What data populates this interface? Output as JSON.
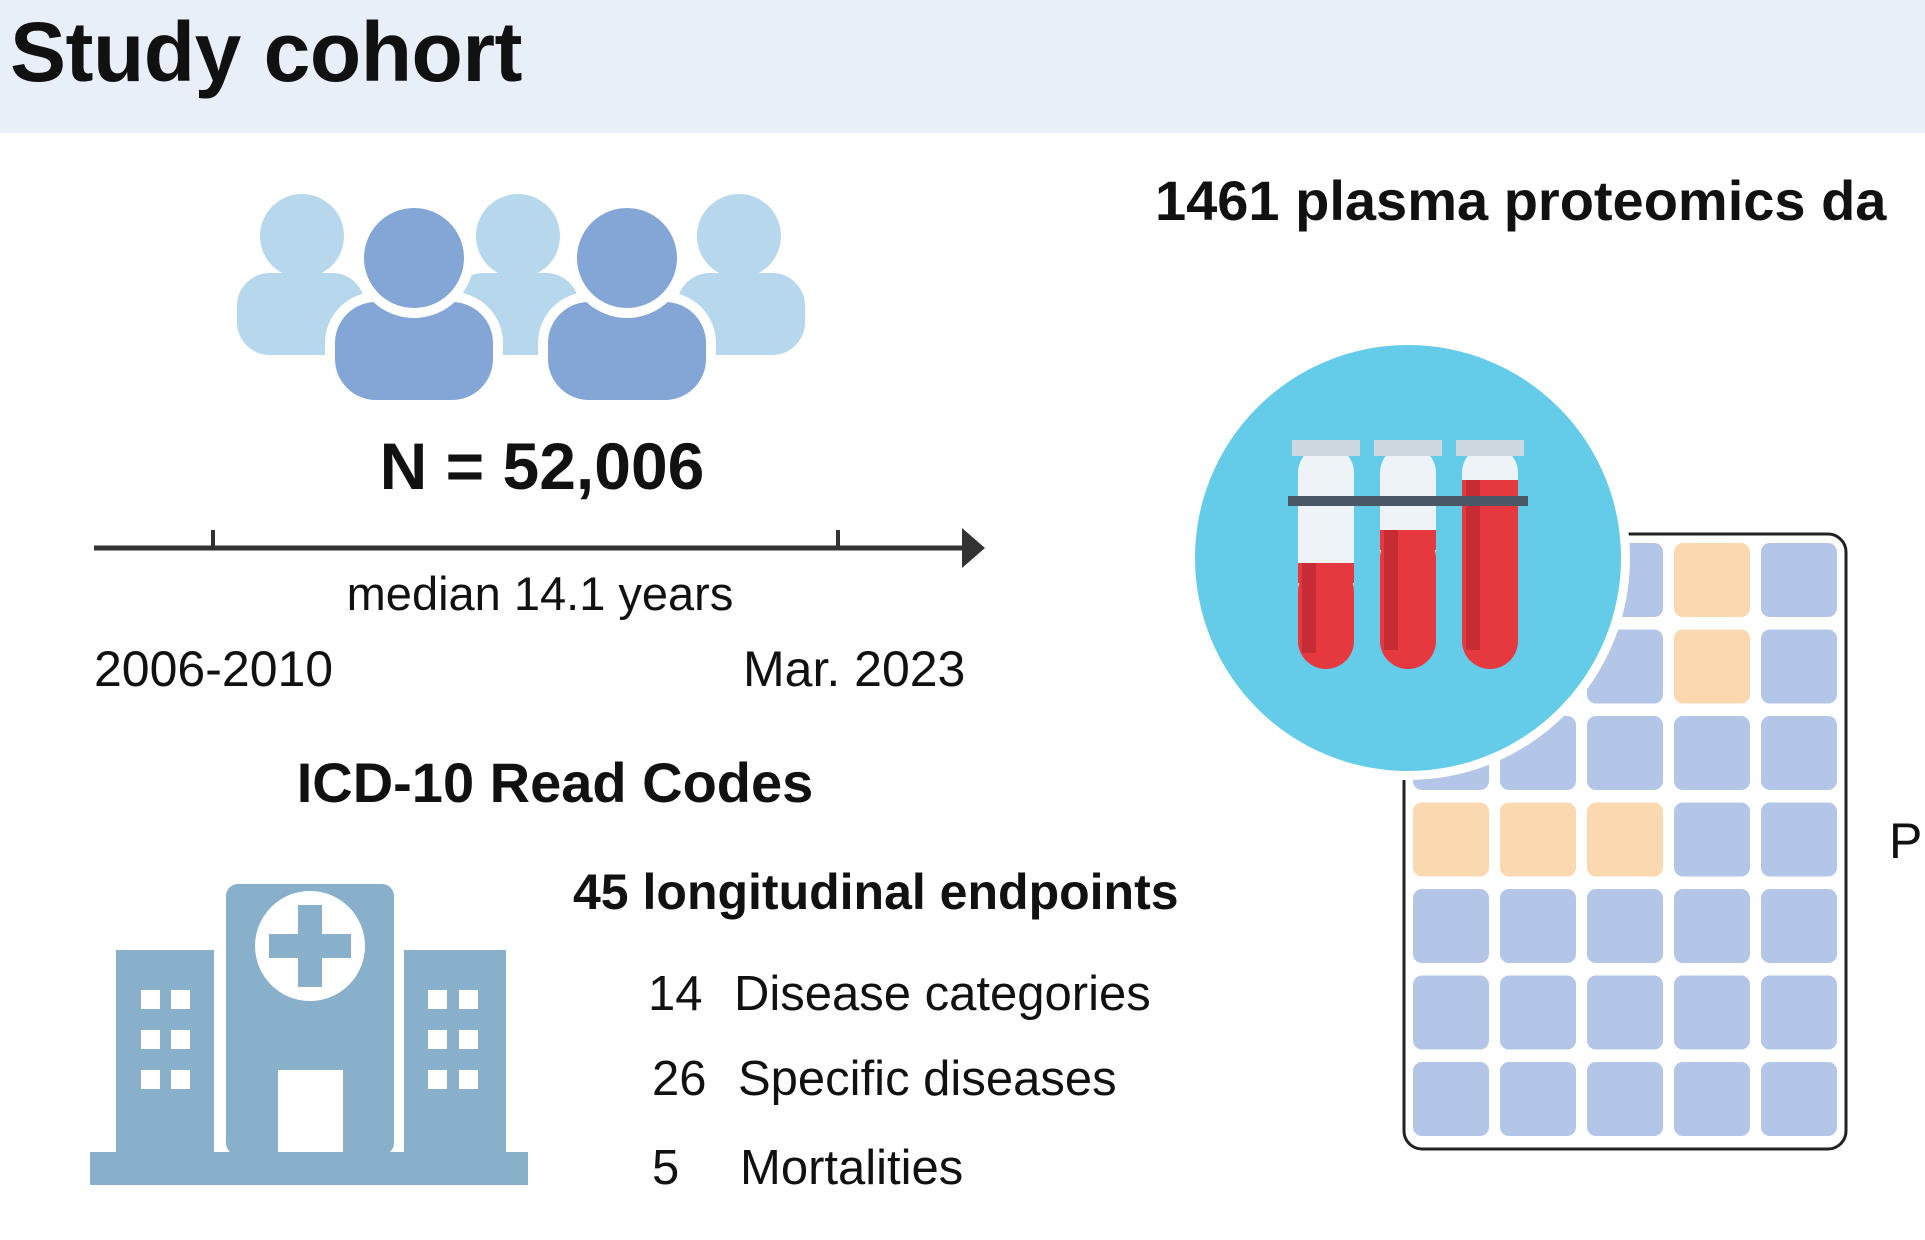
{
  "header": {
    "title": "Study cohort"
  },
  "cohort": {
    "n_label": "N = 52,006",
    "median_followup": "median 14.1 years",
    "start_label": "2006-2010",
    "end_label": "Mar. 2023"
  },
  "outcomes": {
    "source_label": "ICD-10 Read Codes",
    "endpoints_title": "45 longitudinal endpoints",
    "items": [
      {
        "count": "14",
        "label": "Disease categories"
      },
      {
        "count": "26",
        "label": "Specific diseases"
      },
      {
        "count": "5",
        "label": "Mortalities"
      }
    ]
  },
  "proteomics": {
    "title": "1461 plasma proteomics da",
    "edge_label": "P"
  },
  "icons": {
    "people": "people-group-icon",
    "hospital": "hospital-building-icon",
    "tubes": "blood-test-tubes-icon",
    "matrix": "data-matrix-icon"
  },
  "colors": {
    "header_bg": "#e8eff9",
    "person_light": "#b7d7ec",
    "person_dark": "#84a6d6",
    "hospital": "#89b0cb",
    "circle": "#64cbe8",
    "blood": "#e5383f",
    "cell_blue": "#b4c6e7",
    "cell_orange": "#fad8b0"
  },
  "matrix": {
    "rows": 7,
    "cols": 5,
    "highlighted": [
      [
        0,
        3
      ],
      [
        1,
        3
      ],
      [
        3,
        0
      ],
      [
        3,
        1
      ],
      [
        3,
        2
      ]
    ]
  }
}
